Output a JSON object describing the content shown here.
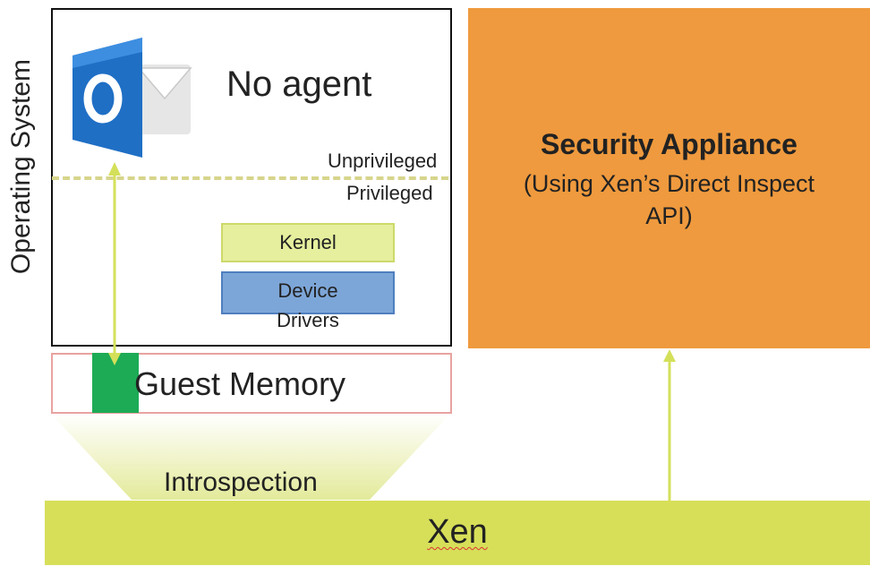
{
  "os_box": {
    "label": "Operating System",
    "app_label": "No agent",
    "app_icon": "outlook-icon"
  },
  "privilege": {
    "upper": "Unprivileged",
    "lower": "Privileged"
  },
  "kernel": {
    "label": "Kernel"
  },
  "device_drivers": {
    "line1": "Device",
    "line2": "Drivers"
  },
  "guest_memory": {
    "label": "Guest Memory"
  },
  "introspection": {
    "label": "Introspection"
  },
  "security_appliance": {
    "title": "Security Appliance",
    "subtitle_line1": "(Using Xen’s Direct Inspect",
    "subtitle_line2": "API)"
  },
  "xen": {
    "label": "Xen"
  },
  "colors": {
    "security_appliance": "#ef9a3e",
    "xen": "#d7df59",
    "kernel": "#e5ef9d",
    "device_drivers": "#7da6d8",
    "memory_marker": "#1dab56",
    "arrow": "#d4e05a"
  }
}
